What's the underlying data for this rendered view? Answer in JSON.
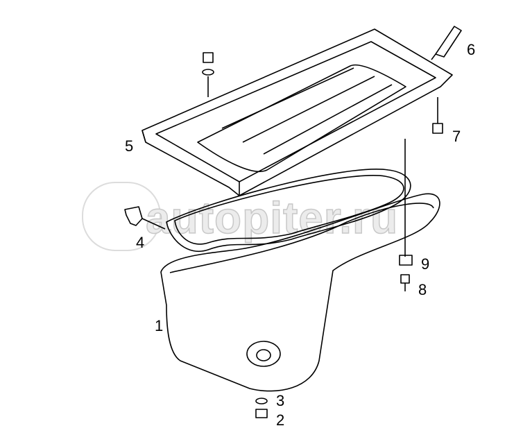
{
  "diagram": {
    "watermark": "autopiter.ru",
    "callouts": [
      "1",
      "2",
      "3",
      "4",
      "5",
      "6",
      "7",
      "8",
      "9"
    ],
    "parts": [
      "oil-pan",
      "drain-plug",
      "drain-washer",
      "gasket-clip",
      "lower-crankcase-frame",
      "sealant-tube",
      "frame-bolt",
      "pan-bolt",
      "spacer"
    ]
  }
}
